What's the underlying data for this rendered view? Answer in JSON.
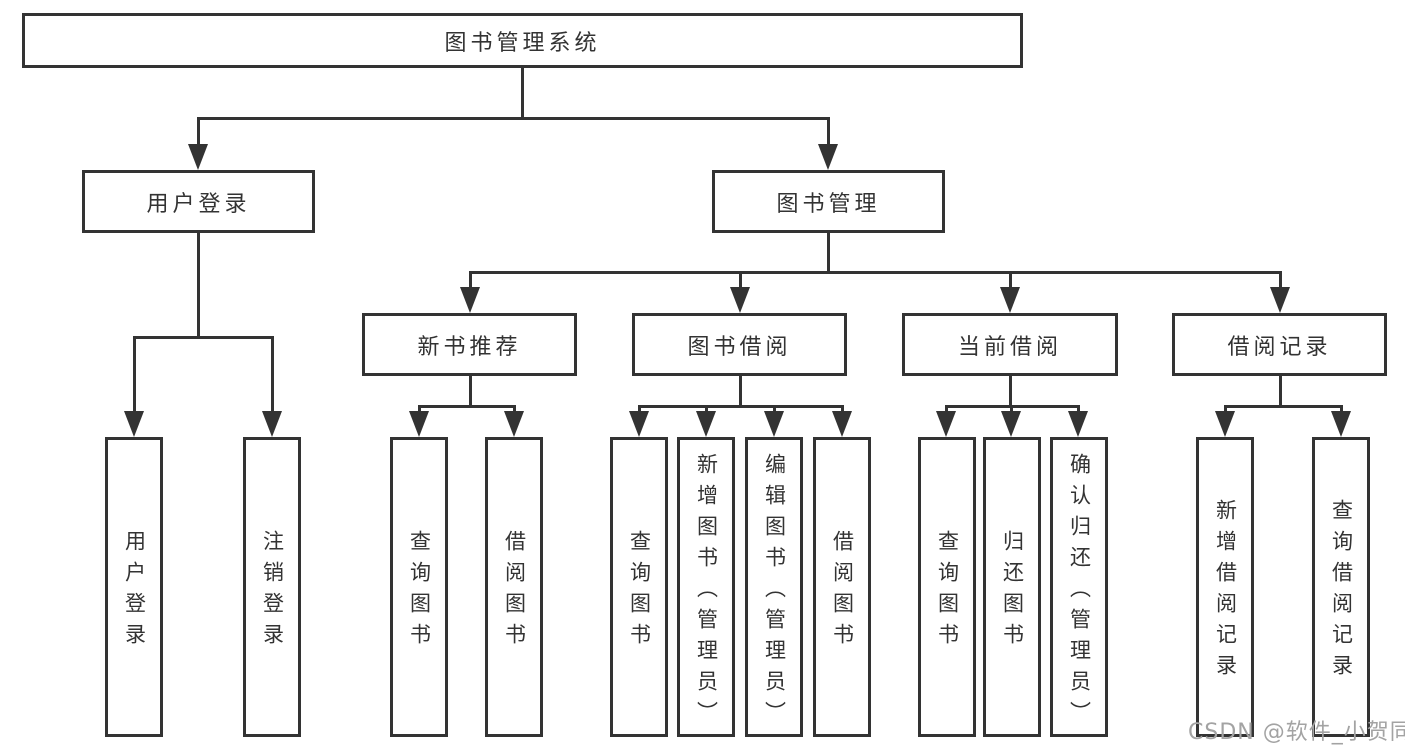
{
  "colors": {
    "line": "#333333",
    "text": "#333333",
    "background": "#ffffff",
    "watermark": "#a3a3a3"
  },
  "watermark": {
    "text": "CSDN @软件_小贺同学"
  },
  "tree": {
    "root": {
      "label": "图书管理系统"
    },
    "level1": [
      {
        "label": "用户登录"
      },
      {
        "label": "图书管理"
      }
    ],
    "level2": [
      {
        "label": "新书推荐"
      },
      {
        "label": "图书借阅"
      },
      {
        "label": "当前借阅"
      },
      {
        "label": "借阅记录"
      }
    ],
    "leaves": {
      "user_login": [
        {
          "label": "用户登录"
        },
        {
          "label": "注销登录"
        }
      ],
      "new_books": [
        {
          "label": "查询图书"
        },
        {
          "label": "借阅图书"
        }
      ],
      "book_borrow": [
        {
          "label": "查询图书"
        },
        {
          "label": "新增图书（管理员）"
        },
        {
          "label": "编辑图书（管理员）"
        },
        {
          "label": "借阅图书"
        }
      ],
      "current_borrow": [
        {
          "label": "查询图书"
        },
        {
          "label": "归还图书"
        },
        {
          "label": "确认归还（管理员）"
        }
      ],
      "borrow_records": [
        {
          "label": "新增借阅记录"
        },
        {
          "label": "查询借阅记录"
        }
      ]
    }
  }
}
